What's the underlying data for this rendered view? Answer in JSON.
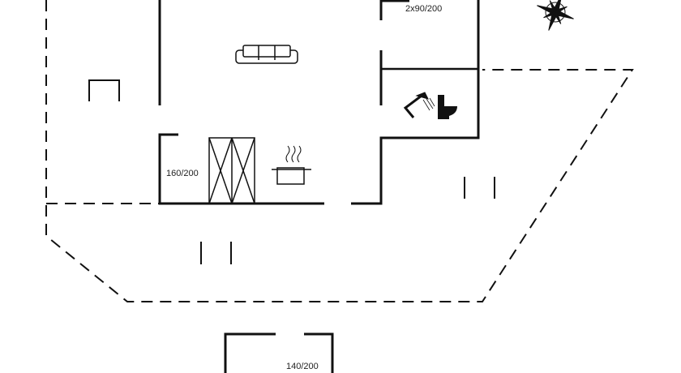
{
  "labels": {
    "bedroom_top": "2x90/200",
    "bedroom_left": "160/200",
    "annex_bed": "140/200"
  },
  "colors": {
    "wall": "#111111",
    "background": "#ffffff"
  }
}
